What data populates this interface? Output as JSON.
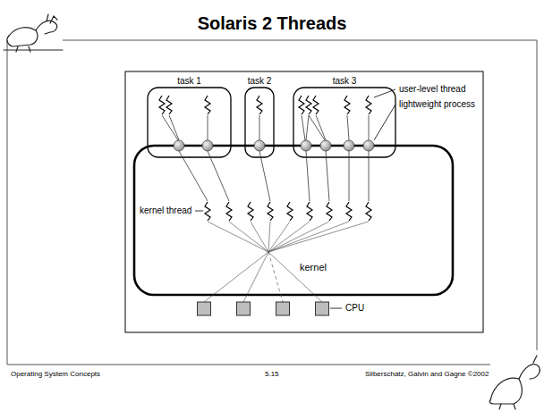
{
  "diagram": {
    "title": "Solaris 2 Threads",
    "nodes": [
      {
        "text": [
          "task 1"
        ]
      },
      {
        "text": [
          "task 2"
        ]
      },
      {
        "text": [
          "task 3"
        ]
      },
      {
        "text": [
          "kernel"
        ]
      }
    ],
    "labels": [
      "user-level thread",
      "lightweight process",
      "kernel thread",
      "CPU",
      "Operating System Concepts",
      "5.15",
      "Silberschatz, Galvin and Gagne ©2002"
    ]
  }
}
